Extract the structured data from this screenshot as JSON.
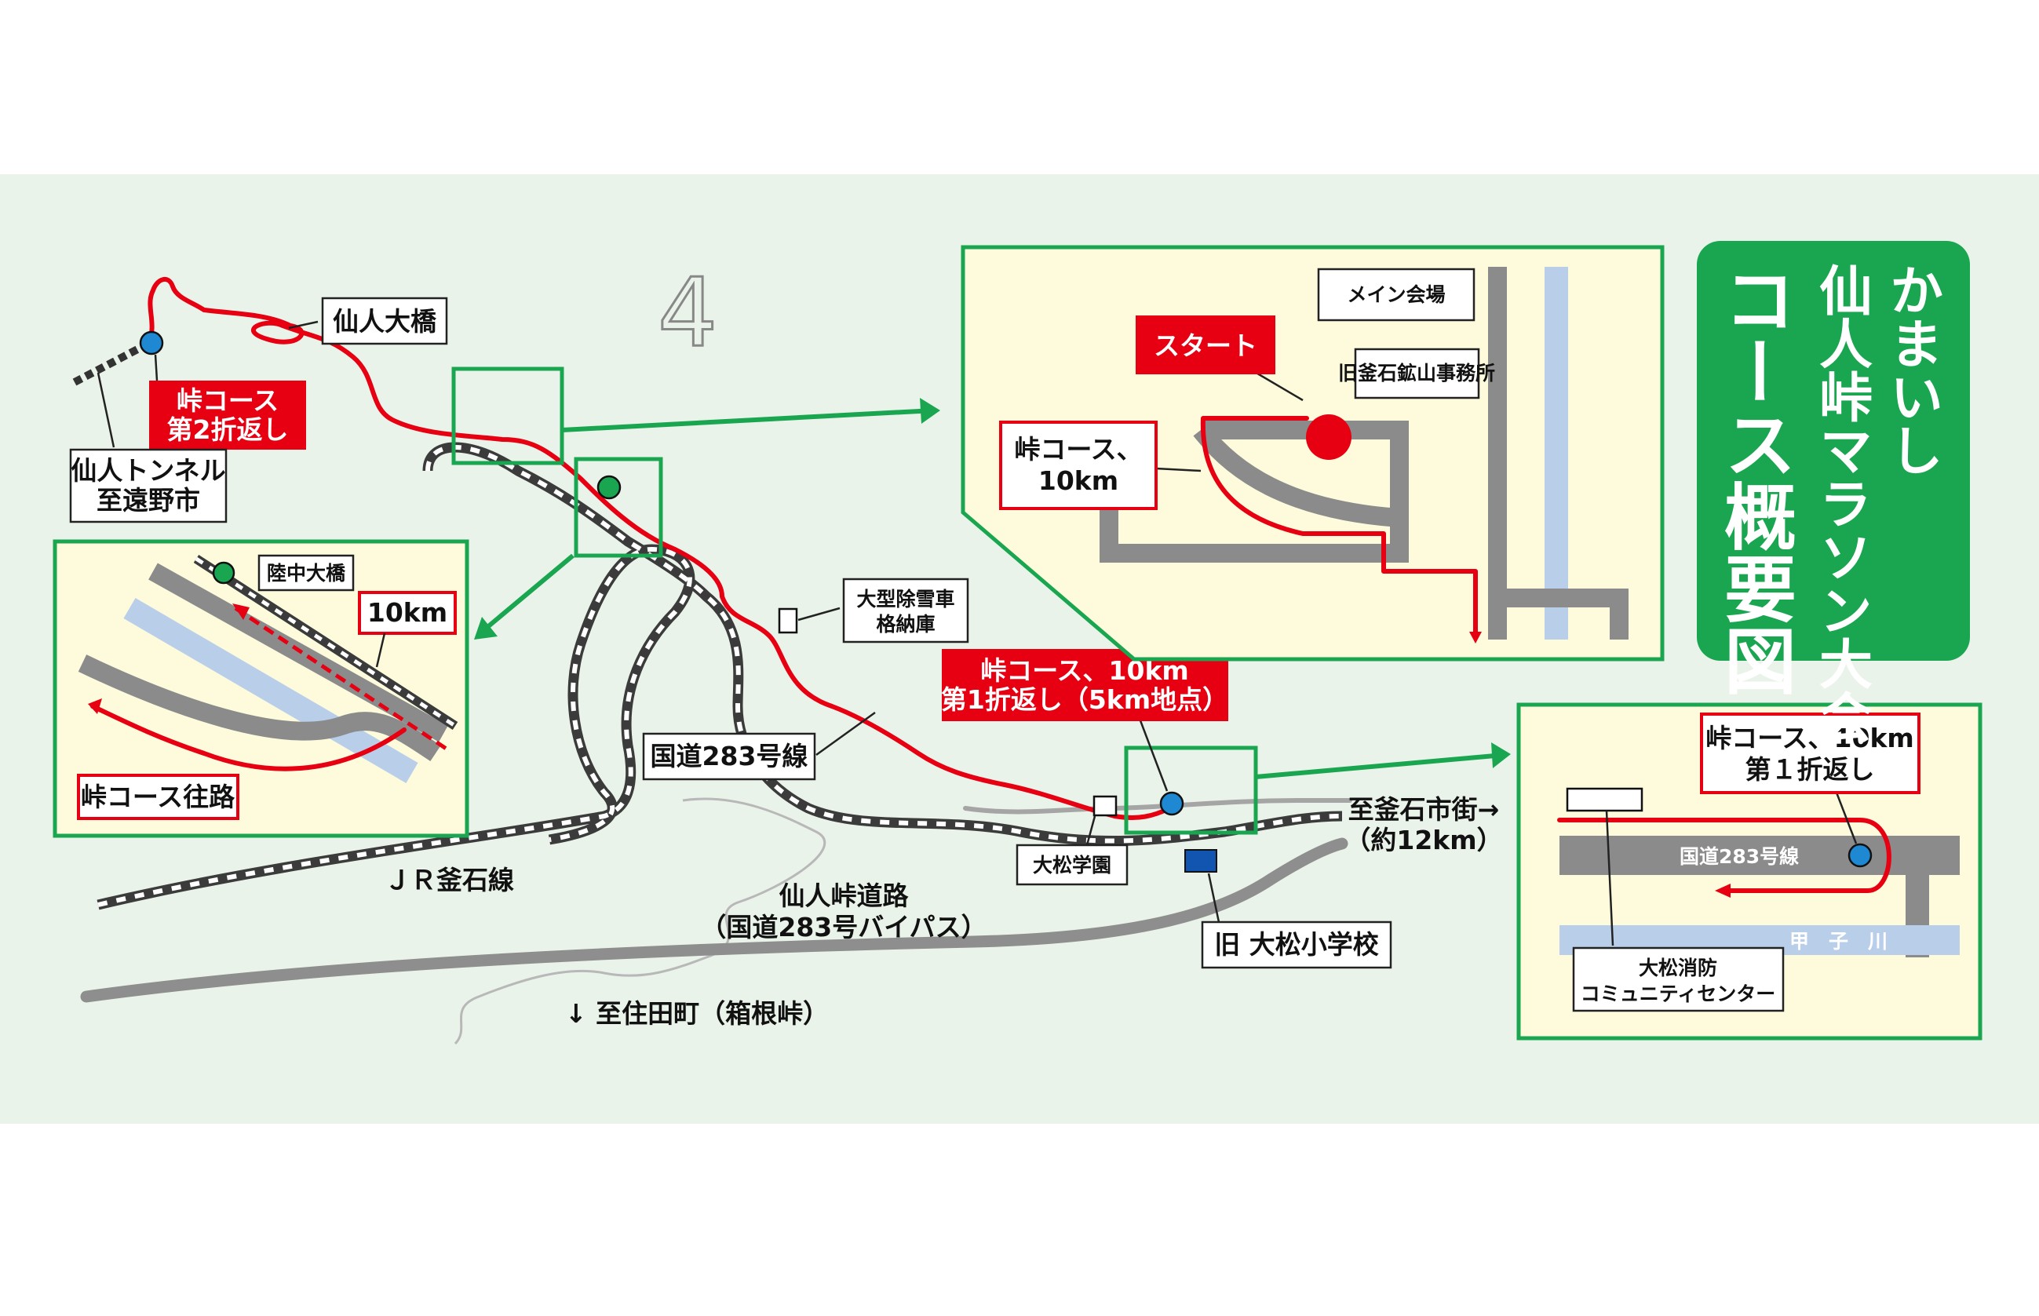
{
  "title": {
    "line1": "かまいし",
    "line2": "仙人峠マラソン大会",
    "line3": "コース概要図"
  },
  "colors": {
    "background": "#eaf3ea",
    "route": "#e60012",
    "frame": "#1aa650",
    "panel": "#fdfbdc",
    "road": "#8b8b8b",
    "river": "#b9cfe9",
    "turnaround_marker": "#1e88d2",
    "landmark_marker": "#1aa650",
    "school_marker": "#1155b0"
  },
  "labels": {
    "sennin_bridge": "仙人大橋",
    "turn2_line1": "峠コース",
    "turn2_line2": "第2折返し",
    "tunnel_line1": "仙人トンネル",
    "tunnel_line2": "至遠野市",
    "snowplow_line1": "大型除雪車",
    "snowplow_line2": "格納庫",
    "national_route": "国道283号線",
    "jr_line": "ＪＲ釜石線",
    "bypass_line1": "仙人峠道路",
    "bypass_line2": "（国道283号バイパス）",
    "sumita": "↓ 至住田町（箱根峠）",
    "omatsu_gakuen": "大松学園",
    "old_school": "旧 大松小学校",
    "kamaishi_line1": "至釜石市街→",
    "kamaishi_line2": "（約12km）",
    "turn1_line1": "峠コース、10km",
    "turn1_line2": "第1折返し（5km地点）",
    "mile_marker": "4"
  },
  "inset_start": {
    "main_venue": "メイン会場",
    "old_office": "旧釜石鉱山事務所",
    "start": "スタート",
    "course_line1": "峠コース、",
    "course_line2": "10km"
  },
  "inset_bridge": {
    "rikuchu_bridge": "陸中大橋",
    "ten_km": "10km",
    "outbound": "峠コース往路"
  },
  "inset_turn1": {
    "turn_line1": "峠コース、10km",
    "turn_line2": "第１折返し",
    "road": "国道283号線",
    "river": "甲　子　川",
    "fire_line1": "大松消防",
    "fire_line2": "コミュニティセンター"
  }
}
